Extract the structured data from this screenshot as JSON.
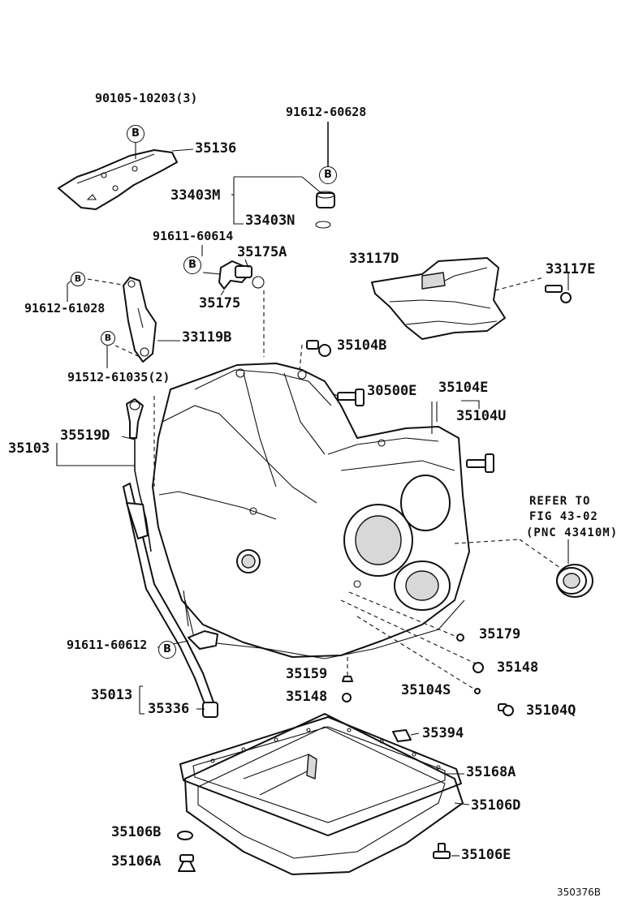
{
  "labels": {
    "p90105_10203": "90105-10203(3)",
    "p35136": "35136",
    "p91612_60628": "91612-60628",
    "p33403m": "33403M",
    "p33403n": "33403N",
    "p91611_60614": "91611-60614",
    "p35175a": "35175A",
    "p35175": "35175",
    "p33117d": "33117D",
    "p33117e": "33117E",
    "p91612_61028": "91612-61028",
    "p33119b": "33119B",
    "p35104b": "35104B",
    "p91512_61035": "91512-61035(2)",
    "p30500e": "30500E",
    "p35104e": "35104E",
    "p35104u": "35104U",
    "p35103": "35103",
    "p35519d": "35519D",
    "p91611_60612": "91611-60612",
    "p35179": "35179",
    "p35148a": "35148",
    "p35159": "35159",
    "p35148b": "35148",
    "p35104s": "35104S",
    "p35104q": "35104Q",
    "p35013": "35013",
    "p35336": "35336",
    "p35394": "35394",
    "p35168a": "35168A",
    "p35106d": "35106D",
    "p35106b": "35106B",
    "p35106a": "35106A",
    "p35106e": "35106E"
  },
  "note": {
    "line1": "REFER TO",
    "line2": "FIG 43-02",
    "line3": "(PNC 43410M)"
  },
  "bubble_letter": "B",
  "figure_code": "350376B"
}
